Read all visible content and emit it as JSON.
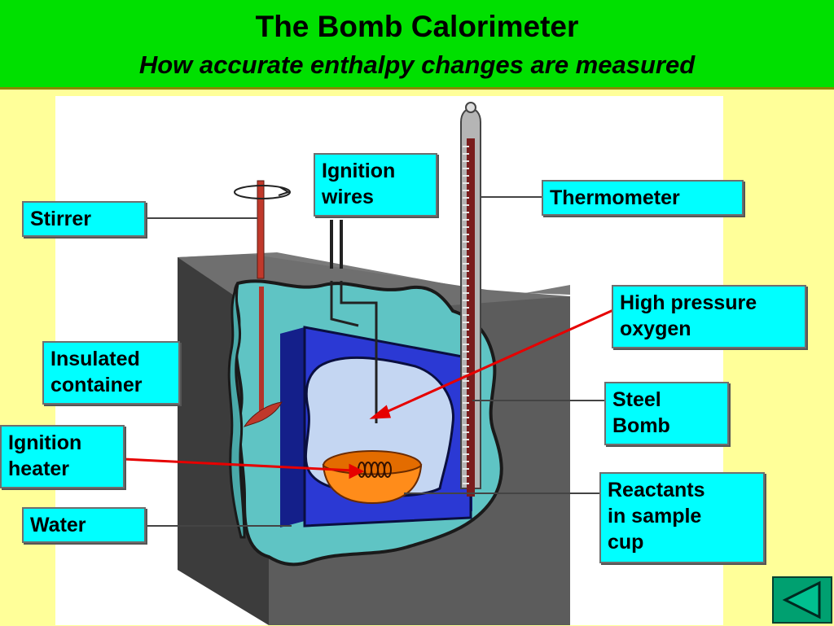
{
  "header": {
    "title": "The Bomb Calorimeter",
    "subtitle": "How accurate enthalpy  changes are measured"
  },
  "labels": {
    "stirrer": "Stirrer",
    "ignition_wires": "Ignition\nwires",
    "thermometer": "Thermometer",
    "high_pressure_oxygen": "High pressure\noxygen",
    "insulated_container": "Insulated\ncontainer",
    "steel_bomb": "Steel\nBomb",
    "ignition_heater": "Ignition\nheater",
    "reactants": "Reactants\nin sample\ncup",
    "water": "Water"
  },
  "colors": {
    "header_bg": "#00e000",
    "slide_bg": "#ffff99",
    "label_bg": "#00ffff",
    "water": "#66cccc",
    "bomb": "#2d3ad6",
    "oxygen": "#c6d8f4",
    "cup": "#ff8c1a",
    "arrow": "#e60000",
    "casing": "#555555"
  },
  "nav": {
    "icon": "back-triangle-icon"
  }
}
